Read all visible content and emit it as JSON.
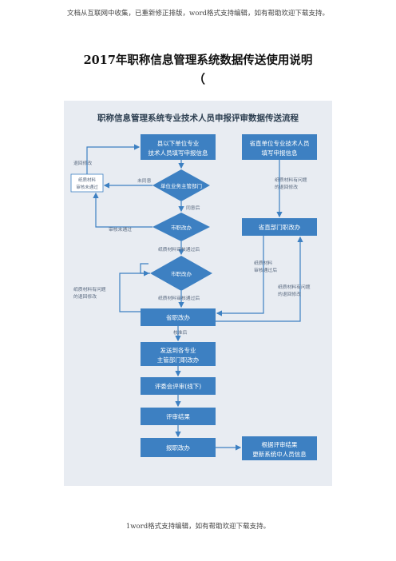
{
  "header_note": "文档从互联网中收集，已重新修正排版，word格式支持编辑，如有帮助欢迎下载支持。",
  "title": "2017年职称信息管理系统数据传送使用说明",
  "title_paren": "（",
  "footer_note": "1word格式支持编辑，如有帮助欢迎下载支持。",
  "flowchart": {
    "title": "职称信息管理系统专业技术人员申报评审数据传送流程",
    "colors": {
      "box": "#3d80c2",
      "box_text": "#ffffff",
      "frame": "#e8ecf2",
      "arrow": "#3d80c2",
      "label": "#5a6a80"
    },
    "nodes": {
      "county_fill": [
        "县以下单位专业",
        "技术人员填写申报信息"
      ],
      "direct_fill": [
        "省直单位专业技术人员",
        "填写申报信息"
      ],
      "unit_dept": "单位业务主管部门",
      "city_office": "市职改办",
      "direct_dept": "省直部门职改办",
      "city_office2": "市职改办",
      "province": "省职改办",
      "send_expert": [
        "发送到各专业",
        "主管部门职改办"
      ],
      "review_meeting": "评委会评审(线下)",
      "review_result": "评审结果",
      "report": "报职改办",
      "update": [
        "根据评审结果",
        "更新系统中人员信息"
      ]
    },
    "labels": {
      "return_edit": "退回修改",
      "material_fail": [
        "纸质材料",
        "审核未通过"
      ],
      "not_agree": "未同意",
      "agree": "同意后",
      "review_not_pass": "审核未通过",
      "paper_pass_1": "纸质材料审核通过后",
      "direct_problem": [
        "纸质材料有问题",
        "的退回修改"
      ],
      "direct_pass": [
        "纸质材料",
        "审核通过后"
      ],
      "city_problem": [
        "纸质材料有问题",
        "的退回修改"
      ],
      "paper_pass_2": "纸质材料审核通过后",
      "prov_problem": [
        "纸质材料有问题",
        "的退回修改"
      ],
      "approved": "核准后"
    }
  }
}
